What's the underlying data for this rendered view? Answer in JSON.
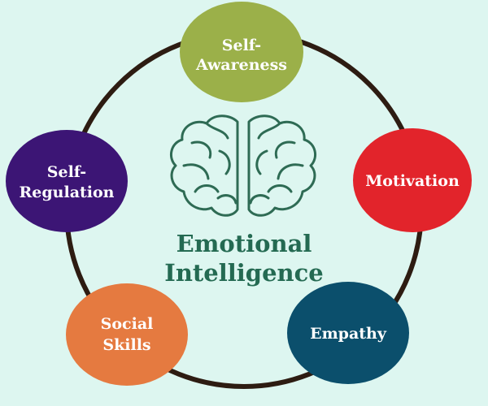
{
  "diagram": {
    "title_line1": "Emotional",
    "title_line2": "Intelligence",
    "icon": "brain-icon",
    "nodes": [
      {
        "id": "self-awareness",
        "line1": "Self-",
        "line2": "Awareness",
        "color": "#9bb049"
      },
      {
        "id": "motivation",
        "line1": "Motivation",
        "line2": "",
        "color": "#e2242b"
      },
      {
        "id": "empathy",
        "line1": "Empathy",
        "line2": "",
        "color": "#0b4f6c"
      },
      {
        "id": "social-skills",
        "line1": "Social",
        "line2": "Skills",
        "color": "#e57a40"
      },
      {
        "id": "self-regulation",
        "line1": "Self-",
        "line2": "Regulation",
        "color": "#3c1575"
      }
    ]
  },
  "colors": {
    "background": "#ddf6f0",
    "ring": "#2d1c12",
    "title": "#246a52",
    "brain_stroke": "#2e6b54"
  }
}
